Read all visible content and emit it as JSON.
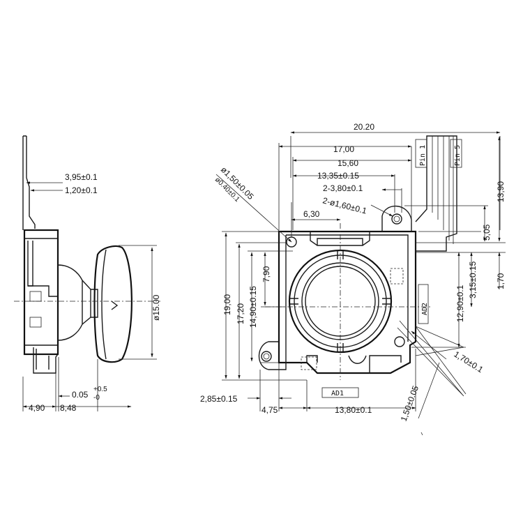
{
  "side_view": {
    "dims": {
      "d395": "3,95±0.1",
      "d120": "1,20±0.1",
      "dia15": "ø15.00",
      "d005": "0.05",
      "d005_tol_up": "+0.5",
      "d005_tol_low": "-0",
      "d490": "4,90",
      "d848": "8,48"
    }
  },
  "front_view": {
    "dims": {
      "d2020": "20.20",
      "d1700": "17,00",
      "d1560": "15,60",
      "d1335": "13,35±0.15",
      "d380": "2-3,80±0.1",
      "d160": "2-ø1,60±0.1",
      "d630": "6,30",
      "d150": "ø1,50±0.05",
      "d040": "ø0.40±0.1",
      "d1390": "13,90",
      "d505": "5,05",
      "d315": "3,15±0.15",
      "d170": "1,70",
      "d1290": "12,90±0.1",
      "d1900": "19,00",
      "d1720": "17,20",
      "d1490": "14,90±0.15",
      "d790": "7,90",
      "d170b": "1,70±0.1",
      "d150b": "1,50±0.05",
      "d285": "2,85±0.15",
      "d475": "4,75",
      "d1380": "13,80±0.1"
    },
    "labels": {
      "pin1": "Pin 1",
      "pin5": "Pin 5",
      "ad1": "AD1",
      "ad2": "AD2"
    }
  }
}
